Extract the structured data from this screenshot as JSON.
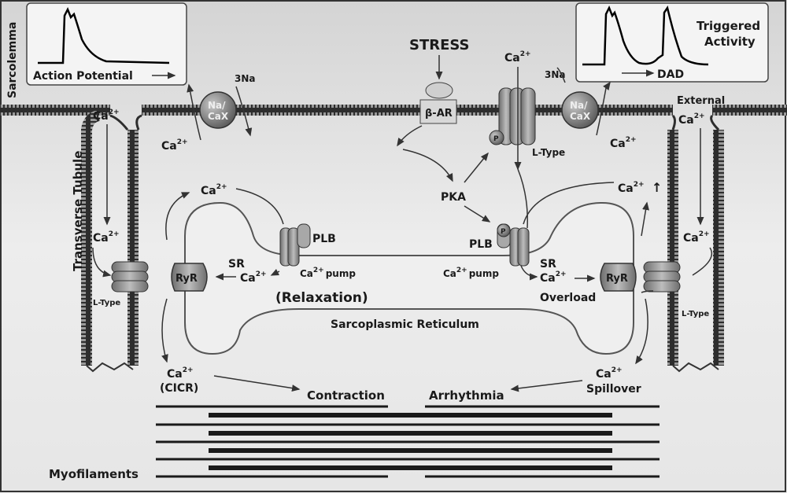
{
  "labels": {
    "sarcolemma": "Sarcolemma",
    "transverse_tubule": "Transverse Tubule",
    "action_potential": "Action Potential",
    "triggered_activity_line1": "Triggered",
    "triggered_activity_line2": "Activity",
    "dad": "DAD",
    "stress": "STRESS",
    "beta_ar": "β-AR",
    "pka": "PKA",
    "l_type": "L-Type",
    "na_top": "Na/",
    "cax_bottom": "CaX",
    "three_na": "3Na",
    "ca": "Ca",
    "ca_sup": "2+",
    "external": "External",
    "plb": "PLB",
    "sr": "SR",
    "pump": "pump",
    "ryr": "RyR",
    "relaxation": "(Relaxation)",
    "sarcoplasmic_reticulum": "Sarcoplasmic Reticulum",
    "overload": "Overload",
    "cicr": "(CICR)",
    "spillover": "Spillover",
    "contraction": "Contraction",
    "arrhythmia": "Arrhythmia",
    "myofilaments": "Myofilaments",
    "up_arrow": "↑",
    "p": "P"
  },
  "colors": {
    "background_gradient_top": "#d9d9d9",
    "background_gradient_bottom": "#f2f2f2",
    "membrane": "#3a3a3a",
    "protein": "#8a8a8a",
    "sr_fill": "#ececec"
  }
}
